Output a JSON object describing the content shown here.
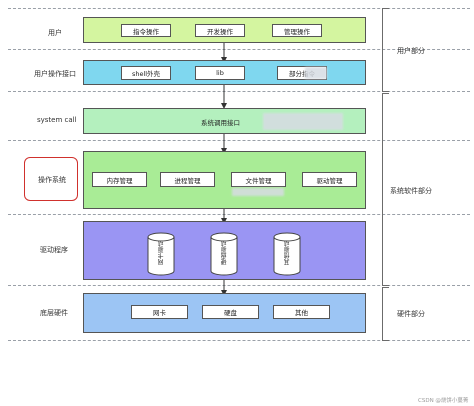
{
  "layers": {
    "user": "用户",
    "user_interface": "用户操作接口",
    "system_call": "system call",
    "os": "操作系统",
    "driver": "驱动程序",
    "hardware": "底层硬件"
  },
  "groups": {
    "user_part": "用户部分",
    "system_software_part": "系统软件部分",
    "hardware_part": "硬件部分"
  },
  "user_band": {
    "items": [
      "指令操作",
      "开发操作",
      "管理操作"
    ]
  },
  "interface_band": {
    "items": [
      "shell外壳",
      "lib",
      "部分指令"
    ]
  },
  "syscall_band": {
    "label": "系统调用接口"
  },
  "os_band": {
    "items": [
      "内存管理",
      "进程管理",
      "文件管理",
      "驱动管理"
    ]
  },
  "driver_band": {
    "cylinders": [
      "网卡驱动",
      "硬盘驱动",
      "其他驱动"
    ]
  },
  "hardware_band": {
    "items": [
      "网卡",
      "硬盘",
      "其他"
    ]
  },
  "watermark": "CSDN @烧饼小蔓菁",
  "colors": {
    "user_band": "#d4f5a0",
    "interface_band": "#7fd7ef",
    "syscall_band": "#b4f0be",
    "os_band": "#a9ec96",
    "driver_band": "#9a95f3",
    "hardware_band": "#9cc5f4",
    "highlight": "#d0312d"
  }
}
